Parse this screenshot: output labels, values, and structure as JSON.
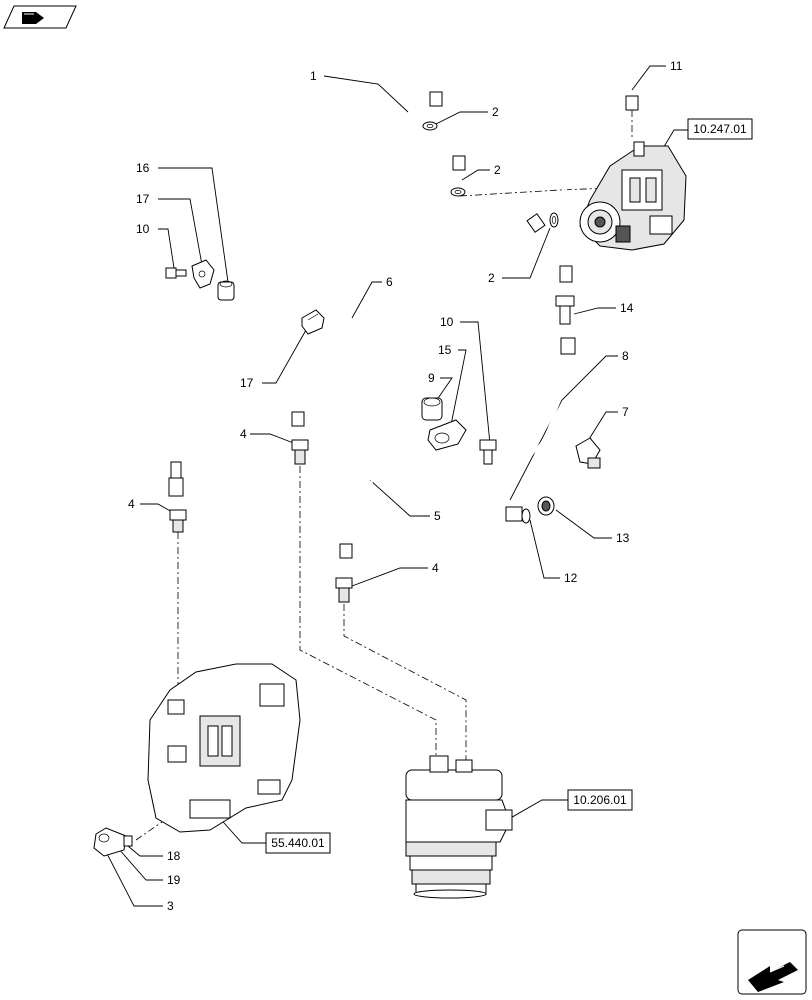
{
  "callouts": [
    {
      "id": "c1",
      "text": "1"
    },
    {
      "id": "c2a",
      "text": "2"
    },
    {
      "id": "c2b",
      "text": "2"
    },
    {
      "id": "c2c",
      "text": "2"
    },
    {
      "id": "c11",
      "text": "11"
    },
    {
      "id": "c16",
      "text": "16"
    },
    {
      "id": "c17a",
      "text": "17"
    },
    {
      "id": "c10a",
      "text": "10"
    },
    {
      "id": "c6",
      "text": "6"
    },
    {
      "id": "c17b",
      "text": "17"
    },
    {
      "id": "c10b",
      "text": "10"
    },
    {
      "id": "c15",
      "text": "15"
    },
    {
      "id": "c9",
      "text": "9"
    },
    {
      "id": "c14",
      "text": "14"
    },
    {
      "id": "c8",
      "text": "8"
    },
    {
      "id": "c7",
      "text": "7"
    },
    {
      "id": "c4a",
      "text": "4"
    },
    {
      "id": "c4b",
      "text": "4"
    },
    {
      "id": "c4c",
      "text": "4"
    },
    {
      "id": "c5",
      "text": "5"
    },
    {
      "id": "c13",
      "text": "13"
    },
    {
      "id": "c12",
      "text": "12"
    },
    {
      "id": "c18",
      "text": "18"
    },
    {
      "id": "c19",
      "text": "19"
    },
    {
      "id": "c3",
      "text": "3"
    }
  ],
  "references": [
    {
      "id": "r_pump",
      "text": "10.247.01"
    },
    {
      "id": "r_filter",
      "text": "10.206.01"
    },
    {
      "id": "r_ecu",
      "text": "55.440.01"
    }
  ],
  "icons": {
    "top_left": "book-arrow-icon",
    "bottom_right": "next-page-arrow-icon"
  }
}
